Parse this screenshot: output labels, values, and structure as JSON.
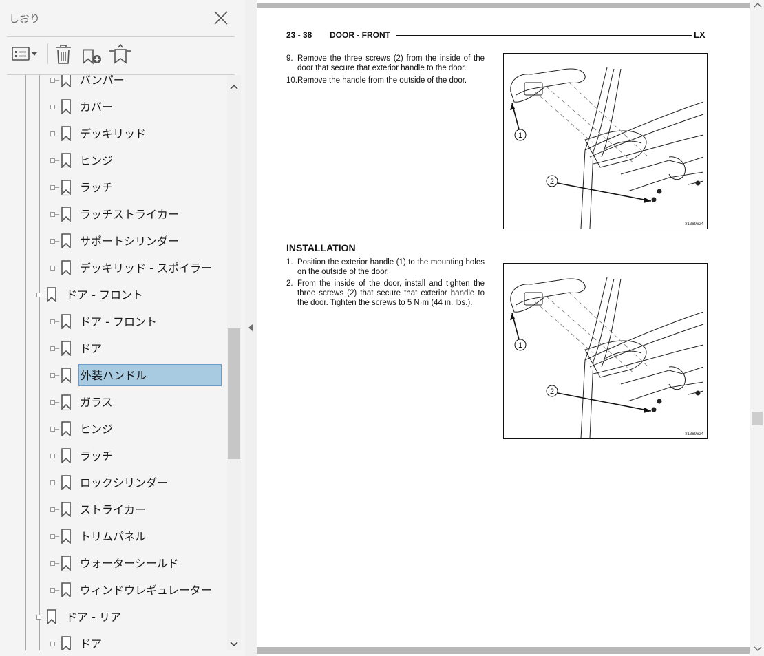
{
  "bookmarks_panel": {
    "title": "しおり",
    "toolbar": {
      "options_icon": "list-options-icon",
      "delete_icon": "trash-icon",
      "new_bookmark_icon": "new-bookmark-icon",
      "expand_icon": "expand-bookmark-icon"
    },
    "items": [
      {
        "label": "バンパー",
        "level": 2
      },
      {
        "label": "カバー",
        "level": 2
      },
      {
        "label": "デッキリッド",
        "level": 2
      },
      {
        "label": "ヒンジ",
        "level": 2
      },
      {
        "label": "ラッチ",
        "level": 2
      },
      {
        "label": "ラッチストライカー",
        "level": 2
      },
      {
        "label": "サポートシリンダー",
        "level": 2
      },
      {
        "label": "デッキリッド - スポイラー",
        "level": 2
      },
      {
        "label": "ドア - フロント",
        "level": 1
      },
      {
        "label": "ドア - フロント",
        "level": 2
      },
      {
        "label": "ドア",
        "level": 2
      },
      {
        "label": "外装ハンドル",
        "level": 2,
        "selected": true
      },
      {
        "label": "ガラス",
        "level": 2
      },
      {
        "label": "ヒンジ",
        "level": 2
      },
      {
        "label": "ラッチ",
        "level": 2
      },
      {
        "label": "ロックシリンダー",
        "level": 2
      },
      {
        "label": "ストライカー",
        "level": 2
      },
      {
        "label": "トリムパネル",
        "level": 2
      },
      {
        "label": "ウォーターシールド",
        "level": 2
      },
      {
        "label": "ウィンドウレギュレーター",
        "level": 2
      },
      {
        "label": "ドア - リア",
        "level": 1
      },
      {
        "label": "ドア",
        "level": 2
      }
    ]
  },
  "document": {
    "header": {
      "page": "23 - 38",
      "section": "DOOR - FRONT",
      "model": "LX"
    },
    "removal_steps": [
      {
        "num": "9.",
        "text": "Remove the three screws (2) from the inside of the door that secure that exterior handle to the door."
      },
      {
        "num": "10.",
        "text": "Remove the handle from the outside of the door."
      }
    ],
    "installation_heading": "INSTALLATION",
    "installation_steps": [
      {
        "num": "1.",
        "text": "Position the exterior handle (1) to the mounting holes on the outside of the door."
      },
      {
        "num": "2.",
        "text": "From the inside of the door, install and tighten the three screws (2) that secure that exterior handle to the door. Tighten the screws to 5 N·m (44 in. lbs.)."
      }
    ],
    "figures": [
      {
        "id": "81369624",
        "callouts": [
          "1",
          "2"
        ]
      },
      {
        "id": "81369624",
        "callouts": [
          "1",
          "2"
        ]
      }
    ]
  },
  "colors": {
    "selection_fill": "#a9cbe2",
    "selection_border": "#6d9bc4",
    "panel_bg": "#f4f4f4"
  }
}
